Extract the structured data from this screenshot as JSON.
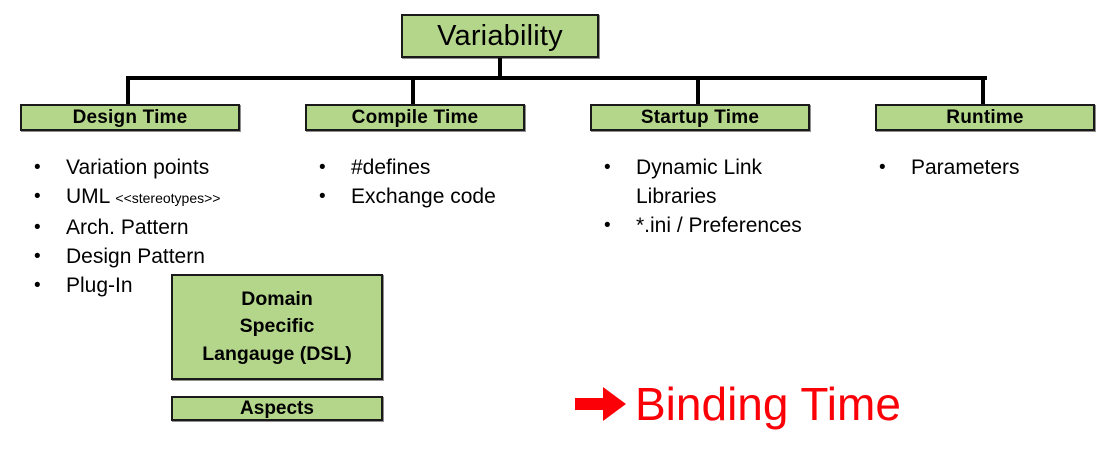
{
  "diagram": {
    "root": {
      "label": "Variability"
    },
    "categories": [
      {
        "id": "design",
        "label": "Design Time"
      },
      {
        "id": "compile",
        "label": "Compile Time"
      },
      {
        "id": "startup",
        "label": "Startup Time"
      },
      {
        "id": "runtime",
        "label": "Runtime"
      }
    ],
    "lists": {
      "design": {
        "items": [
          {
            "text": "Variation points",
            "tag": ""
          },
          {
            "text": "UML ",
            "tag": "<<stereotypes>>"
          },
          {
            "text": "Arch. Pattern",
            "tag": ""
          },
          {
            "text": "Design Pattern",
            "tag": ""
          },
          {
            "text": "Plug-In",
            "tag": ""
          }
        ]
      },
      "compile": {
        "items": [
          {
            "text": "#defines",
            "tag": ""
          },
          {
            "text": "Exchange code",
            "tag": ""
          }
        ]
      },
      "startup": {
        "items": [
          {
            "text": "Dynamic Link",
            "cont": "Libraries",
            "tag": ""
          },
          {
            "text": "*.ini / Preferences",
            "tag": ""
          }
        ]
      },
      "runtime": {
        "items": [
          {
            "text": "Parameters",
            "tag": ""
          }
        ]
      }
    },
    "extra_boxes": {
      "dsl": {
        "line1": "Domain",
        "line2": "Specific",
        "line3": "Langauge (DSL)"
      },
      "aspects": {
        "label": "Aspects"
      }
    },
    "callout": {
      "arrow_icon": "right-arrow-icon",
      "label": "Binding Time"
    },
    "colors": {
      "box_fill": "#b4d68a",
      "box_border": "#1a1a1a",
      "line": "#000000",
      "callout_red": "#fb0007",
      "text": "#000000",
      "background": "#ffffff"
    }
  }
}
